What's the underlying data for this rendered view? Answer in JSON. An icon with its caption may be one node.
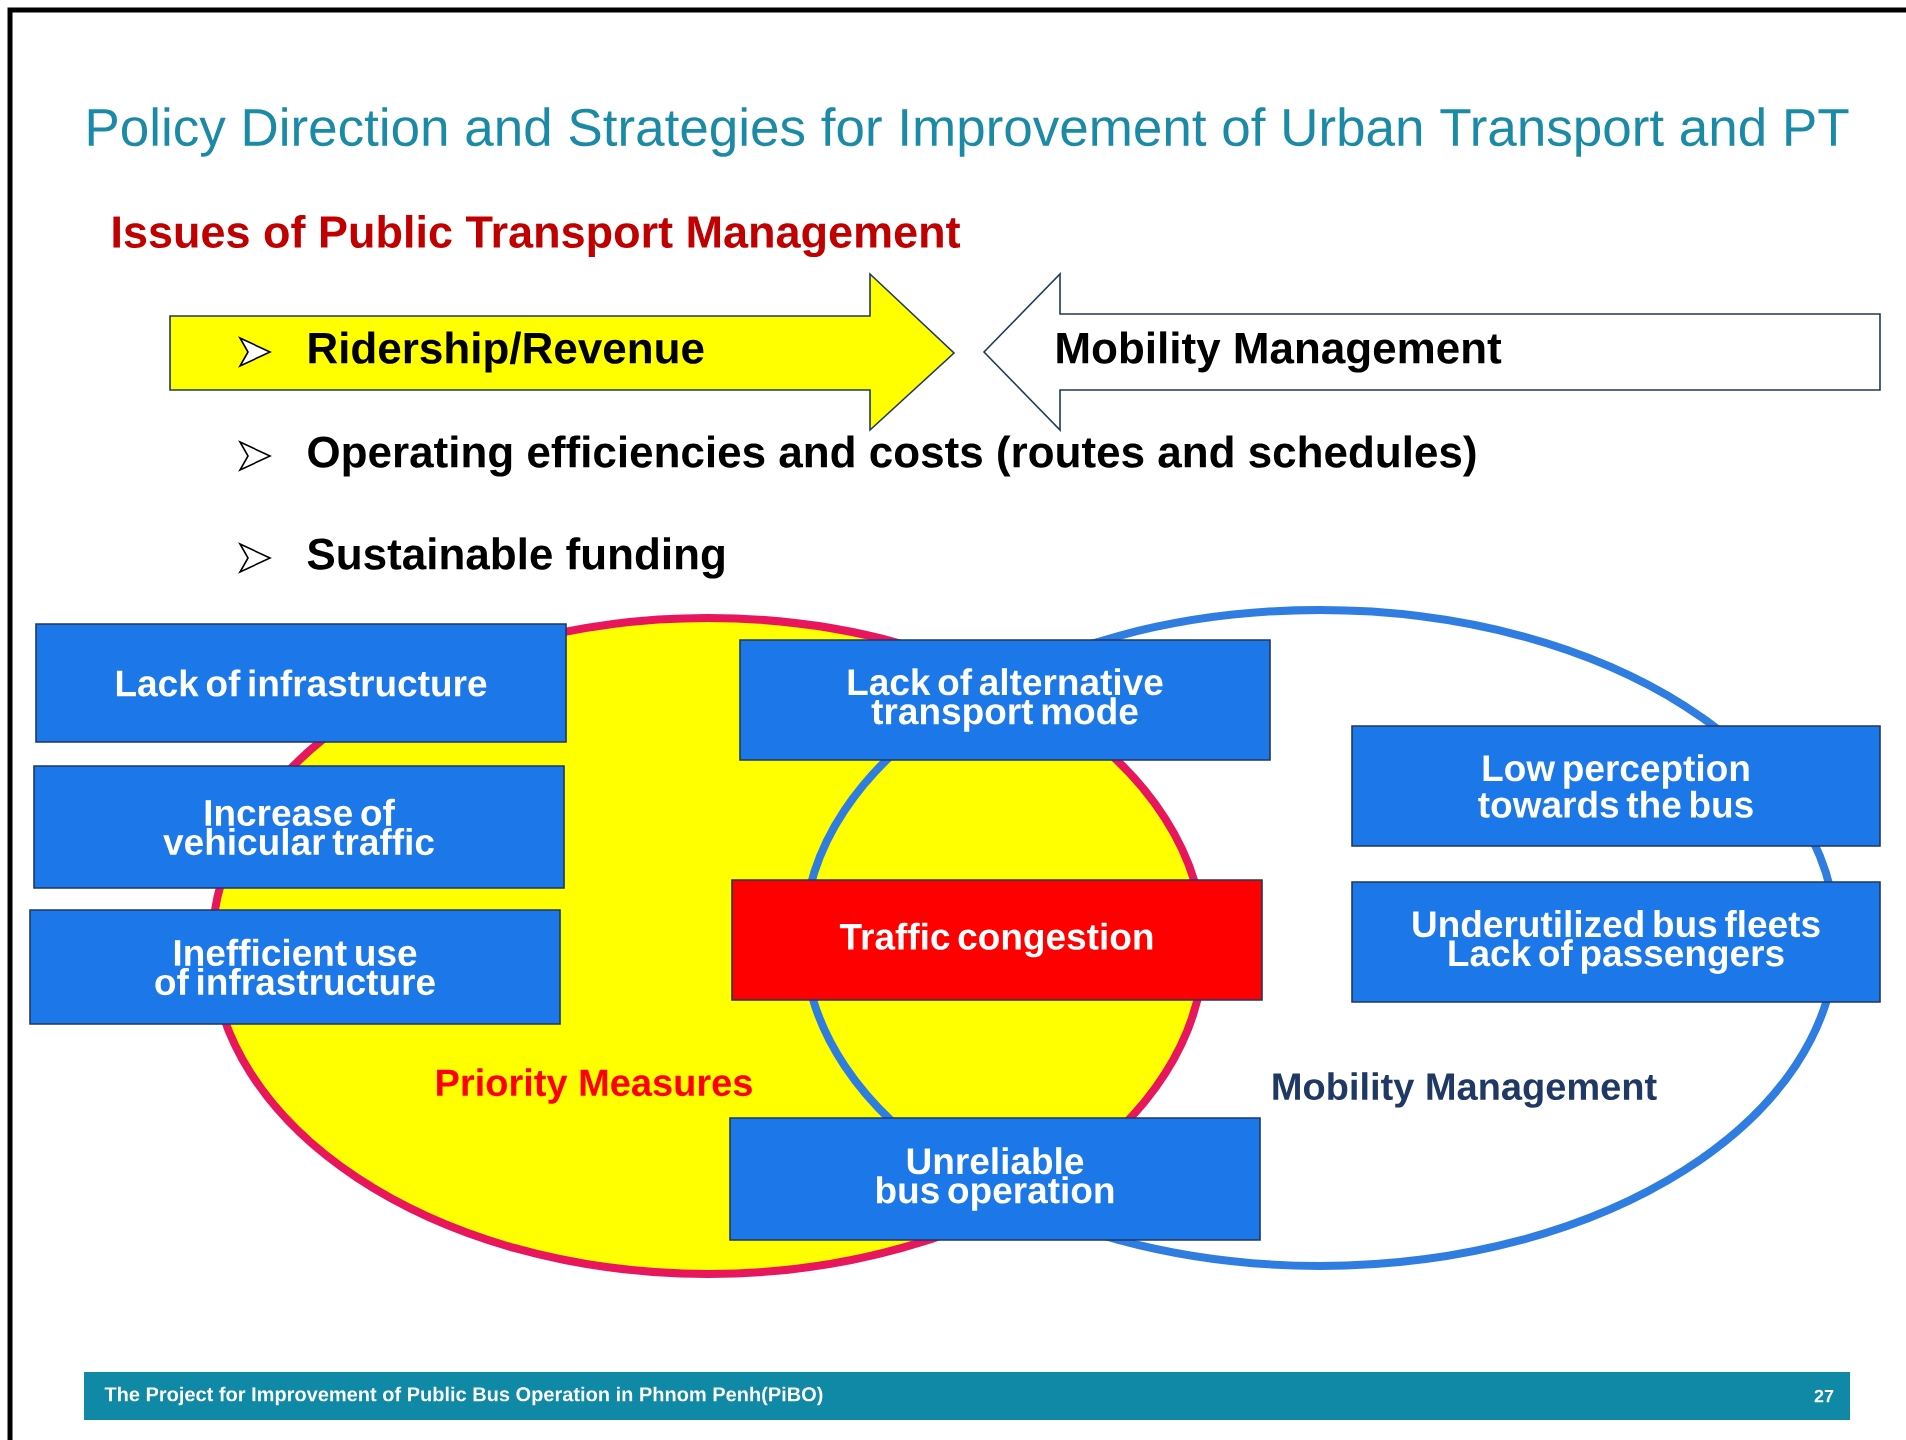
{
  "diagram": {
    "title": "Policy Direction and Strategies for Improvement of Urban Transport and PT",
    "nodes": [
      {
        "text": [
          "Ridership/Revenue"
        ]
      },
      {
        "text": [
          "Mobility Management"
        ]
      },
      {
        "text": [
          "Priority Measures"
        ]
      },
      {
        "text": [
          "Mobility Management"
        ]
      },
      {
        "text": [
          "Lack of infrastructure"
        ]
      },
      {
        "text": [
          "Lack of alternative transport mode"
        ]
      },
      {
        "text": [
          "Increase of vehicular traffic"
        ]
      },
      {
        "text": [
          "Low perception towards the bus"
        ]
      },
      {
        "text": [
          "Inefficient use of infrastructure"
        ]
      },
      {
        "text": [
          "Traffic congestion"
        ]
      },
      {
        "text": [
          "Underutilized bus fleets Lack of passengers"
        ]
      },
      {
        "text": [
          "Unreliable bus operation"
        ]
      }
    ],
    "labels": [
      "Issues of Public Transport Management",
      "Operating efficiencies and costs (routes and schedules)",
      "Sustainable funding",
      "The Project for Improvement of Public Bus Operation in Phnom Penh(PiBO)",
      "27"
    ]
  }
}
